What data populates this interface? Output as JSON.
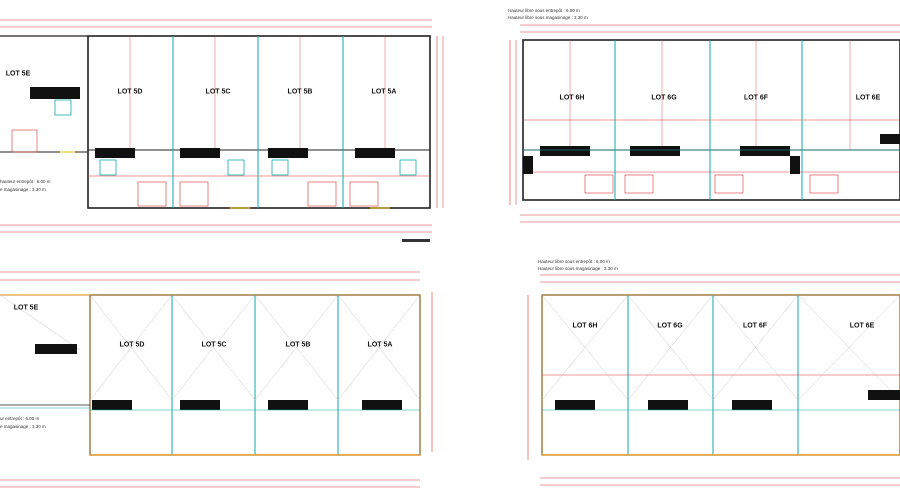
{
  "plans": [
    {
      "id": "plan-top-left",
      "lots": [
        "LOT 5E",
        "LOT 5D",
        "LOT 5C",
        "LOT 5B",
        "LOT 5A"
      ],
      "notes": [
        "hauteur entrepôt : 6.00 m",
        "e magasinage : 3.30 m"
      ]
    },
    {
      "id": "plan-top-right",
      "lots": [
        "LOT 6H",
        "LOT 6G",
        "LOT 6F",
        "LOT 6E"
      ],
      "notes": [
        "Hauteur libre sous entrepôt : 6.00 m",
        "Hauteur libre sous magasinage : 3.30 m"
      ]
    },
    {
      "id": "plan-bottom-left",
      "lots": [
        "LOT 5E",
        "LOT 5D",
        "LOT 5C",
        "LOT 5B",
        "LOT 5A"
      ],
      "notes": [
        "ur entrepôt : 6.00 m",
        "e magasinage : 3.30 m"
      ]
    },
    {
      "id": "plan-bottom-right",
      "lots": [
        "LOT 6H",
        "LOT 6G",
        "LOT 6F",
        "LOT 6E"
      ],
      "notes": [
        "Hauteur libre sous entrepôt : 6.00 m",
        "Hauteur libre sous magasinage : 3.30 m"
      ]
    }
  ]
}
